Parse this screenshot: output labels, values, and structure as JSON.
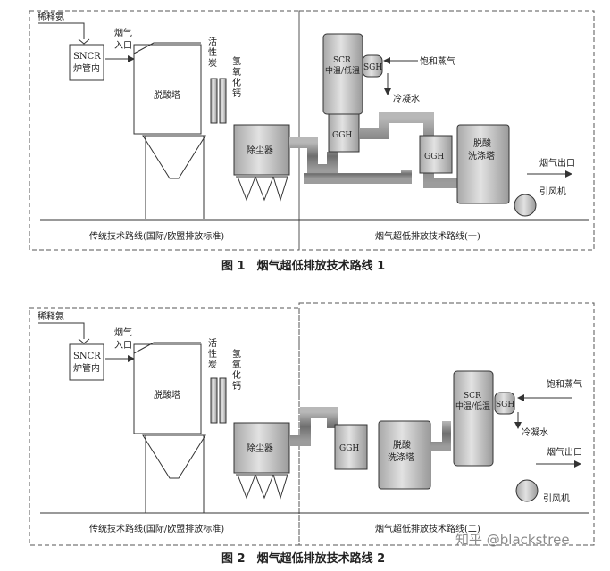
{
  "figure1": {
    "caption": "图 1　烟气超低排放技术路线 1",
    "labels": {
      "ammonia": "稀释氨",
      "sncr_1": "SNCR",
      "sncr_2": "炉管内",
      "flue_in_1": "烟气",
      "flue_in_2": "入口",
      "carbon": [
        "活",
        "性",
        "炭"
      ],
      "caoh": [
        "氢",
        "氧",
        "化",
        "钙"
      ],
      "tower": "脱酸塔",
      "dust": "除尘器",
      "scr_1": "SCR",
      "scr_2": "中温/低温",
      "sgh": "SGH",
      "steam": "饱和蒸气",
      "condensate": "冷凝水",
      "ggh_a": "GGH",
      "ggh_b": "GGH",
      "scrubber_1": "脱酸",
      "scrubber_2": "洗涤塔",
      "flue_out": "烟气出口",
      "fan": "引风机",
      "route_left": "传统技术路线(国际/欧盟排放标准)",
      "route_right": "烟气超低排放技术路线(一)"
    }
  },
  "figure2": {
    "caption": "图 2　烟气超低排放技术路线 2",
    "labels": {
      "ammonia": "稀释氨",
      "sncr_1": "SNCR",
      "sncr_2": "炉管内",
      "flue_in_1": "烟气",
      "flue_in_2": "入口",
      "carbon": [
        "活",
        "性",
        "炭"
      ],
      "caoh": [
        "氢",
        "氧",
        "化",
        "钙"
      ],
      "tower": "脱酸塔",
      "dust": "除尘器",
      "ggh": "GGH",
      "scrubber_1": "脱酸",
      "scrubber_2": "洗涤塔",
      "scr_1": "SCR",
      "scr_2": "中温/低温",
      "sgh": "SGH",
      "steam": "饱和蒸气",
      "condensate": "冷凝水",
      "flue_out": "烟气出口",
      "fan": "引风机",
      "route_left": "传统技术路线(国际/欧盟排放标准)",
      "route_right": "烟气超低排放技术路线(二)"
    }
  },
  "watermark": "知乎 @blackstree",
  "colors": {
    "equipment": "#c8c8c8",
    "pipe": "#8c8c8c",
    "outline": "#333333",
    "dashed": "#555555"
  }
}
